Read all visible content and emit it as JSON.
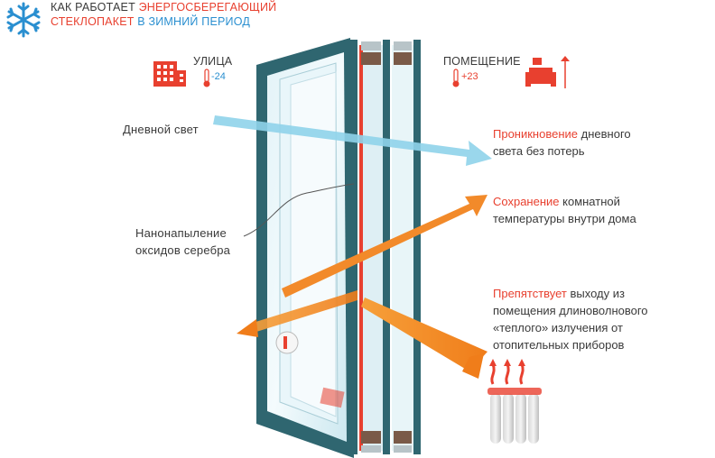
{
  "header": {
    "title_part1": "КАК РАБОТАЕТ ",
    "title_part2": "ЭНЕРГОСБЕРЕГАЮЩИЙ",
    "title_part3": "СТЕКЛОПАКЕТ ",
    "title_part4": "В ЗИМНИЙ ПЕРИОД",
    "icon": "snowflake-icon"
  },
  "outside": {
    "label": "УЛИЦА",
    "temperature": "-24",
    "icon": "building-icon"
  },
  "inside": {
    "label": "ПОМЕЩЕНИЕ",
    "temperature": "+23",
    "icon": "room-icon"
  },
  "left_labels": {
    "daylight": "Дневной свет",
    "coating_line1": "Нанонапыление",
    "coating_line2": "оксидов серебра"
  },
  "right_labels": {
    "item1_highlight": "Проникновение",
    "item1_rest1": " дневного",
    "item1_line2": "света без потерь",
    "item2_highlight": "Сохранение",
    "item2_rest1": " комнатной",
    "item2_line2": "температуры внутри дома",
    "item3_highlight": "Препятствует",
    "item3_rest1": " выходу из",
    "item3_line2": "помещения длиноволнового",
    "item3_line3": "«теплого» излучения от",
    "item3_line4": "отопительных приборов"
  },
  "colors": {
    "accent_red": "#e8402f",
    "accent_blue": "#2a8fd0",
    "frame_teal": "#2f6670",
    "glass": "#cfe9f1",
    "arrow_light": "#8fd3ea",
    "arrow_heat": "#f07d1a"
  }
}
